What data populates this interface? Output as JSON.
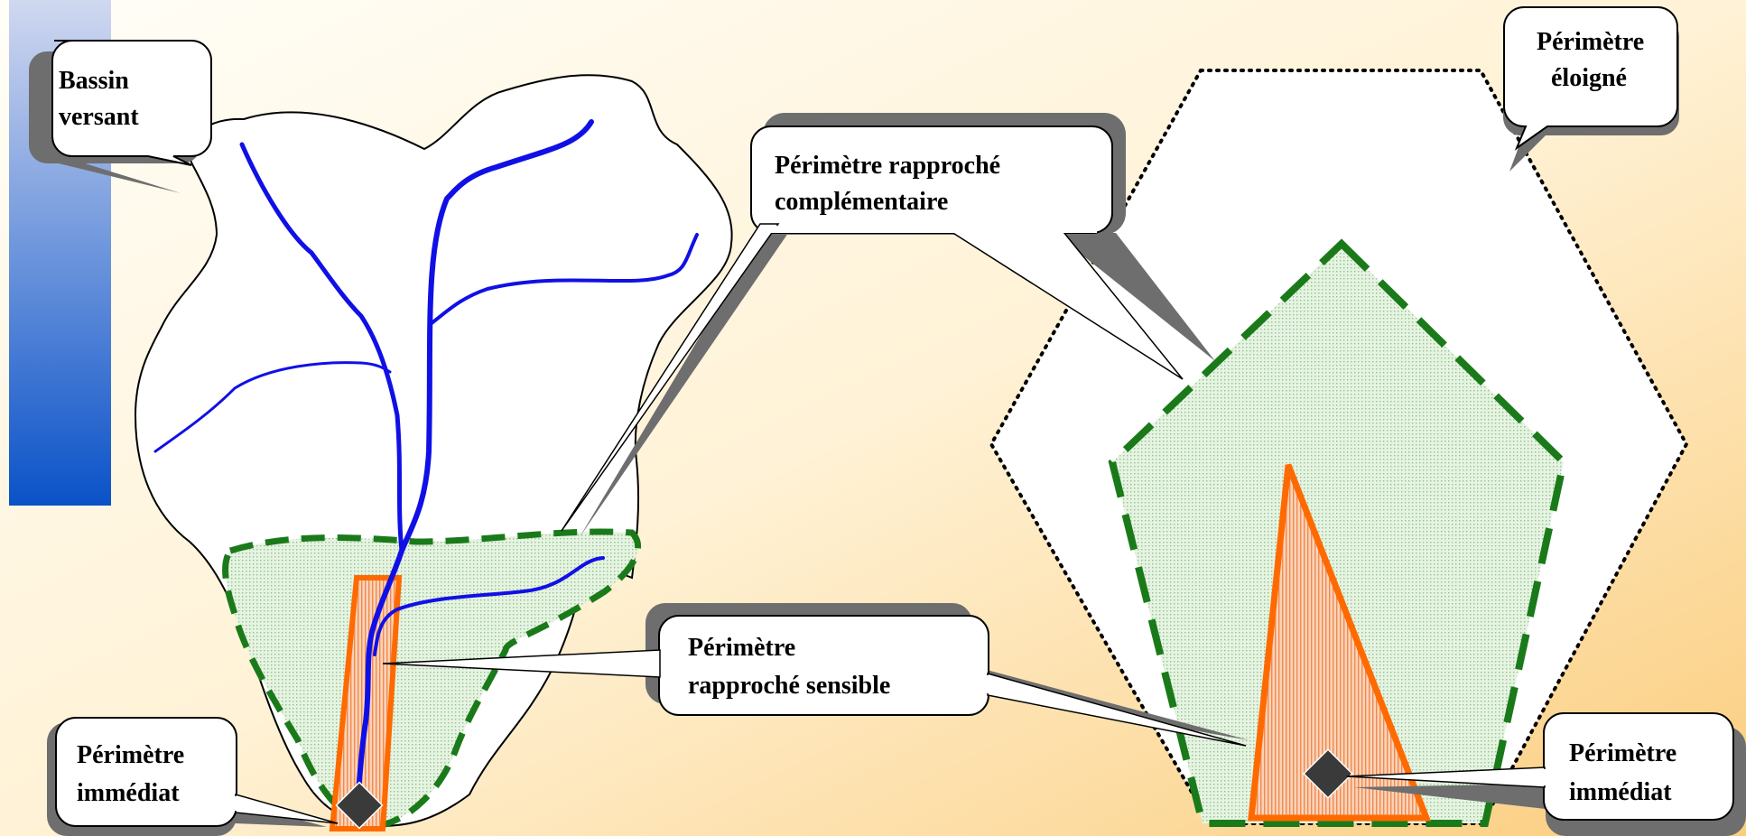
{
  "callouts": {
    "bassin_versant": [
      "Bassin",
      "versant"
    ],
    "rapproche_complementaire": [
      "Périmètre rapproché",
      "complémentaire"
    ],
    "eloigne": [
      "Périmètre",
      "éloigné"
    ],
    "rapproche_sensible": [
      "Périmètre",
      "rapproché sensible"
    ],
    "immediat_left": [
      "Périmètre",
      "immédiat"
    ],
    "immediat_right": [
      "Périmètre",
      "immédiat"
    ]
  },
  "colors": {
    "river": "#1010e6",
    "rapproche_outline": "#1a7a1a",
    "rapproche_fill": "#d4ecd0",
    "sensible_outline": "#ff6a00",
    "sensible_fill": "#f6b48c",
    "capture_point": "#3a3a3a",
    "sidebar_top": "#d0d8f0",
    "sidebar_bottom": "#0a52c8",
    "background_light": "#fffef8",
    "background_warm": "#fbcd7e",
    "callout_shadow": "#6e6e6e"
  },
  "icons": {
    "capture_point": "diamond-icon"
  }
}
